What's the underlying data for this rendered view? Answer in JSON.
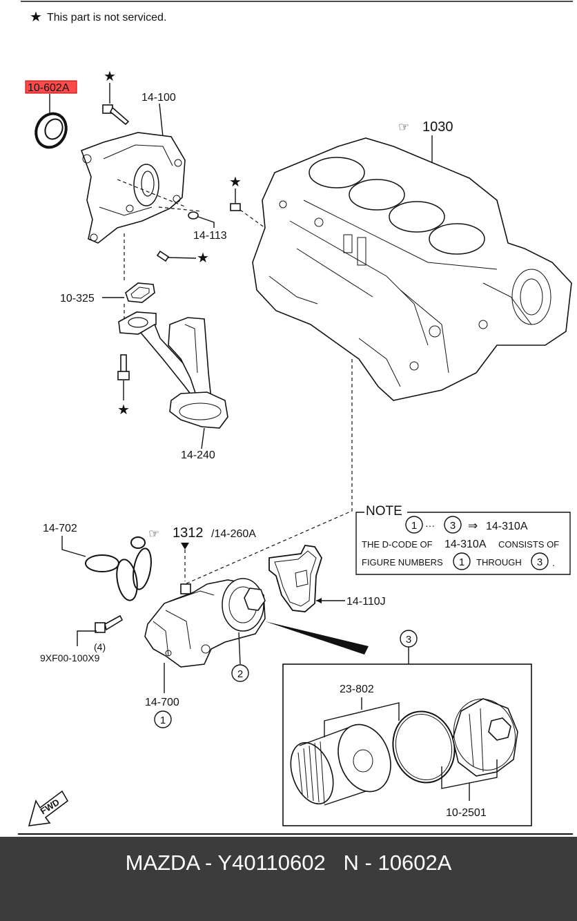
{
  "header": {
    "star_symbol": "★",
    "note_text": "This part is not serviced."
  },
  "highlight_color": "#ff4a4a",
  "labels": {
    "hl_part": "10-602A",
    "p14_100": "14-100",
    "p1030": "1030",
    "p14_113": "14-113",
    "p10_325": "10-325",
    "p14_240": "14-240",
    "p14_702": "14-702",
    "p1312": "1312",
    "p14_260a": "/14-260A",
    "p14_110j": "14-110J",
    "p9xf00_qty": "(4)",
    "p9xf00": "9XF00-100X9",
    "p14_700": "14-700",
    "p23_802": "23-802",
    "p10_2501": "10-2501",
    "fwd": "FWD"
  },
  "circled": {
    "c1": "1",
    "c2": "2",
    "c3": "3"
  },
  "note_box": {
    "title": "NOTE",
    "ref_from": "1",
    "ellipsis": "···",
    "ref_to": "3",
    "arrow": "⇒",
    "code": "14-310A",
    "line2_a": "THE D-CODE OF",
    "line2_code": "14-310A",
    "line2_b": "CONSISTS OF",
    "line3_a": "FIGURE NUMBERS",
    "line3_from": "1",
    "line3_mid": "THROUGH",
    "line3_to": "3",
    "line3_end": "."
  },
  "footer": {
    "text": "MAZDA - Y40110602   N - 10602A"
  }
}
